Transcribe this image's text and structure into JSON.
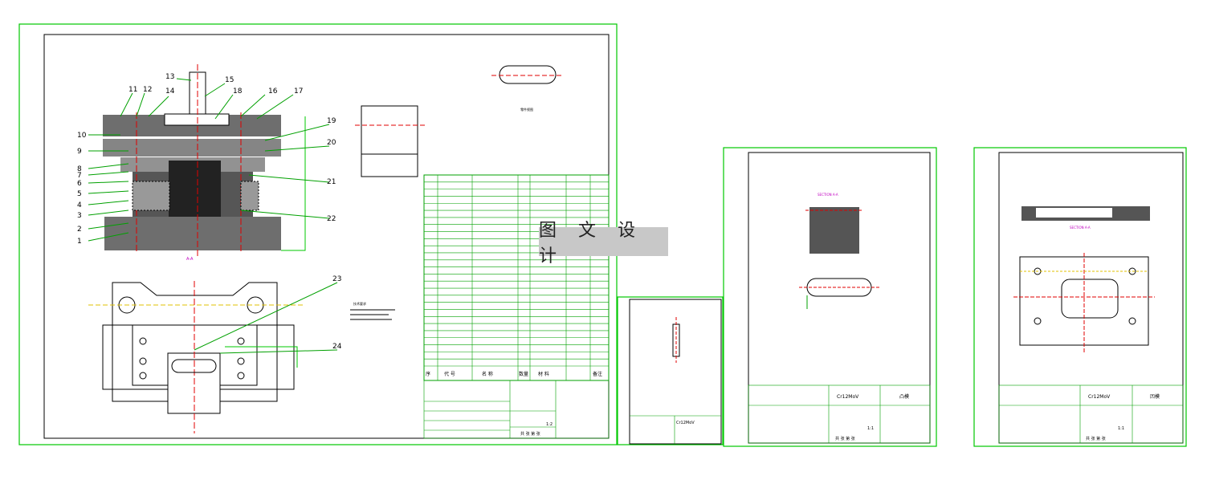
{
  "watermark": "图 文 设 计",
  "assembly": {
    "part_numbers": [
      "1",
      "2",
      "3",
      "4",
      "5",
      "6",
      "7",
      "8",
      "9",
      "10",
      "11",
      "12",
      "13",
      "14",
      "15",
      "16",
      "17",
      "18",
      "19",
      "20",
      "21",
      "22",
      "23",
      "24"
    ],
    "section_label": "A-A",
    "notes_title": "技术要求",
    "bom_header": [
      "序",
      "代 号",
      "名 称",
      "数量",
      "材 料",
      "备注"
    ],
    "bom_rows": 27,
    "title_block": {
      "scale": "1:2",
      "sheet": "共 张 第 张"
    }
  },
  "small_sheet": {
    "material": "Cr12MoV"
  },
  "sheet_mid": {
    "section": "SECTION A-A",
    "material": "Cr12MoV",
    "part": "凸模",
    "scale": "1:1",
    "sheet": "共 张 第 张"
  },
  "sheet_right": {
    "section": "SECTION A-A",
    "material": "Cr12MoV",
    "part": "凹模",
    "scale": "1:1",
    "sheet": "共 张 第 张"
  },
  "colors": {
    "border": "#00c800",
    "line": "#000000",
    "center": "#e00000",
    "dim": "#00a000",
    "yellow": "#e0c000",
    "magenta": "#c000c0"
  }
}
